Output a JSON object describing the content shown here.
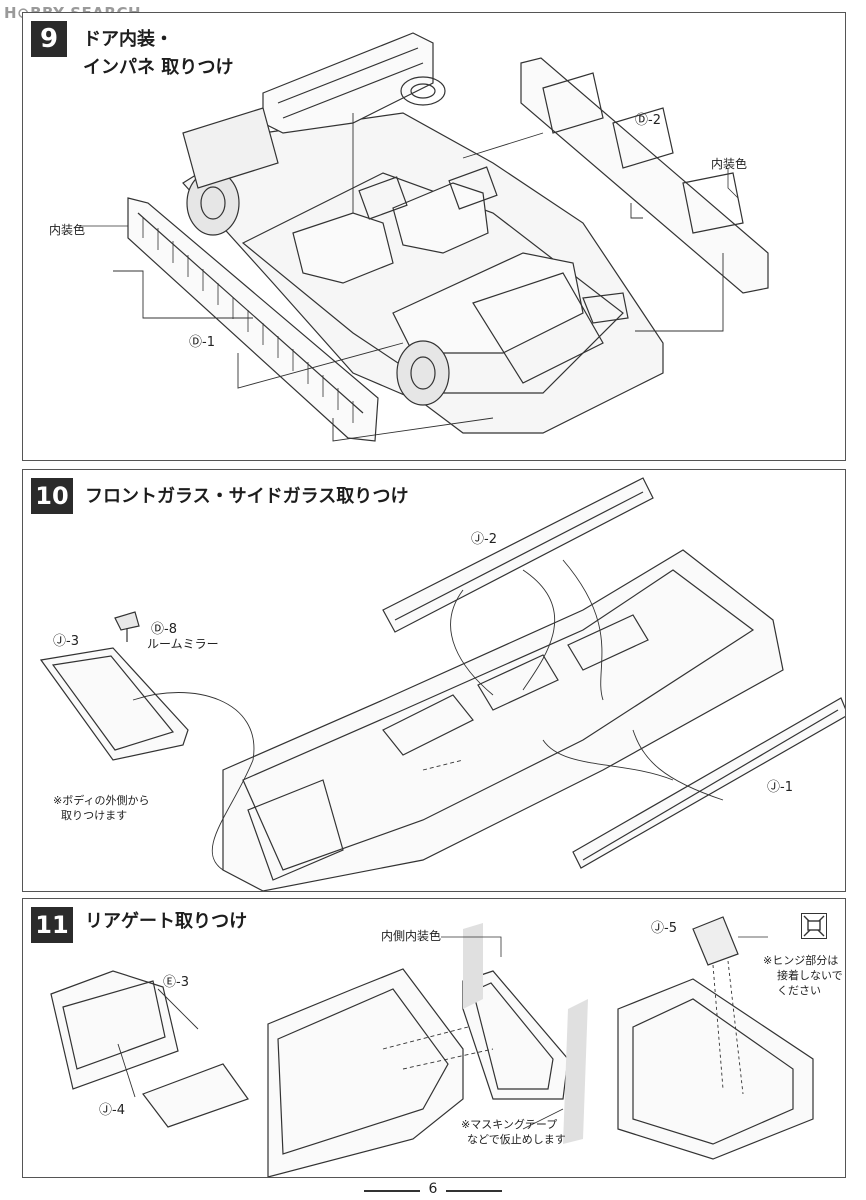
{
  "watermark": "H⊙BBY SEARCH",
  "steps": [
    {
      "number": "9",
      "title_line1": "ドア内装・",
      "title_line2": "インパネ 取りつけ",
      "labels": {
        "d2": "Ⓓ-2",
        "interior_color_right": "内装色",
        "interior_color_left": "内装色",
        "d1": "Ⓓ-1"
      }
    },
    {
      "number": "10",
      "title": "フロントガラス・サイドガラス取りつけ",
      "labels": {
        "j2": "Ⓙ-2",
        "d8": "Ⓓ-8",
        "room_mirror": "ルームミラー",
        "j3": "Ⓙ-3",
        "j1": "Ⓙ-1",
        "note_line1": "※ボディの外側から",
        "note_line2": "取りつけます"
      }
    },
    {
      "number": "11",
      "title": "リアゲート取りつけ",
      "labels": {
        "e3": "Ⓔ-3",
        "j4": "Ⓙ-4",
        "inner_color": "内側内装色",
        "masking_line1": "※マスキングテープ",
        "masking_line2": "などで仮止めします",
        "j5": "Ⓙ-5",
        "hinge_line1": "※ヒンジ部分は",
        "hinge_line2": "接着しないで",
        "hinge_line3": "ください"
      }
    }
  ],
  "page_number": "6"
}
